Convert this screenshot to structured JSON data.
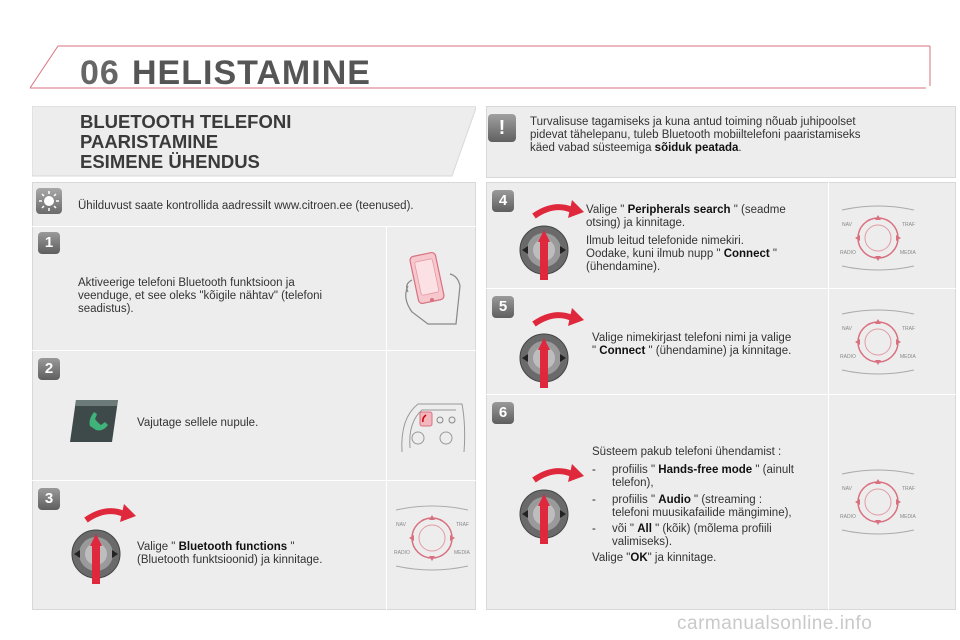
{
  "header": {
    "chapter_number": "06",
    "chapter_title": "HELISTAMINE"
  },
  "section": {
    "title_line1": "BLUETOOTH TELEFONI",
    "title_line2": "PAARISTAMINE",
    "subtitle": "ESIMENE ÜHENDUS"
  },
  "warning": {
    "line1": "Turvalisuse tagamiseks ja kuna antud toiming nõuab juhipoolset",
    "line2": "pidevat tähelepanu, tuleb Bluetooth mobiiltelefoni paaristamiseks",
    "line3_pre": "käed vabad süsteemiga ",
    "line3_bold": "sõiduk peatada",
    "line3_post": "."
  },
  "info": {
    "text": "Ühilduvust saate kontrollida aadressilt www.citroen.ee (teenused)."
  },
  "steps": {
    "s1": {
      "num": "1",
      "line1": "Aktiveerige telefoni Bluetooth funktsioon ja",
      "line2": "veenduge, et see oleks \"kõigile nähtav\" (telefoni",
      "line3": "seadistus)."
    },
    "s2": {
      "num": "2",
      "line1": "Vajutage sellele nupule."
    },
    "s3": {
      "num": "3",
      "l1_pre": "Valige \" ",
      "l1_bold": "Bluetooth functions",
      "l1_post": " \"",
      "line2": "(Bluetooth funktsioonid) ja kinnitage."
    },
    "s4": {
      "num": "4",
      "l1_pre": "Valige \" ",
      "l1_bold": "Peripherals search",
      "l1_post": " \" (seadme",
      "line2": "otsing) ja kinnitage.",
      "line3": "Ilmub leitud telefonide nimekiri.",
      "l4_pre": "Oodake, kuni ilmub nupp \" ",
      "l4_bold": "Connect",
      "l4_post": " \"",
      "line5": "(ühendamine)."
    },
    "s5": {
      "num": "5",
      "line1": "Valige nimekirjast telefoni nimi ja valige",
      "l2_pre": "\" ",
      "l2_bold": "Connect",
      "l2_post": " \" (ühendamine) ja kinnitage."
    },
    "s6": {
      "num": "6",
      "intro": "Süsteem pakub telefoni ühendamist :",
      "dash": "-",
      "b1_pre": "profiilis \" ",
      "b1_bold": "Hands-free mode",
      "b1_post": " \" (ainult",
      "b1_line2": "telefon),",
      "b2_pre": "profiilis \" ",
      "b2_bold": "Audio",
      "b2_post": " \" (streaming :",
      "b2_line2": "telefoni muusikafailide mängimine),",
      "b3_pre": "või \" ",
      "b3_bold": "All",
      "b3_post": " \" (kõik) (mõlema profiili",
      "b3_line2": "valimiseks).",
      "end_pre": "Valige \"",
      "end_bold": "OK",
      "end_post": "\" ja kinnitage."
    }
  },
  "controller_labels": {
    "nav": "NAV",
    "traf": "TRAF",
    "radio": "RADIO",
    "media": "MEDIA"
  },
  "footer": {
    "watermark": "carmanualsonline.info"
  },
  "colors": {
    "accent_red": "#d9707f",
    "panel_gray": "#ededed",
    "arrow_red": "#e0283c"
  }
}
